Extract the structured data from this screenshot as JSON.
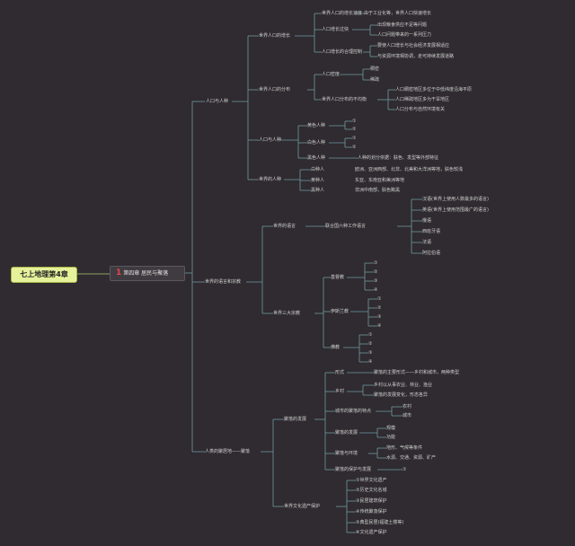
{
  "root": {
    "title": "七上地理第4章"
  },
  "chapter": {
    "number": "1",
    "title": "第四章 居民与聚落"
  },
  "branches": {
    "b1": {
      "label": "人口与人种",
      "population": {
        "label": "世界人口的增长",
        "growth": {
          "label": "世界人口的增长速度",
          "note": "由于工业化等，世界人口快速增长"
        },
        "overgrowth": {
          "label": "人口增长过快",
          "items": [
            "出现粮食供应不足等问题",
            "人口问题带来的一系列压力"
          ]
        },
        "policy": {
          "label": "人口增长的合理控制",
          "items": [
            "要使人口增长与社会经济发展相适应",
            "与资源环境相协调，走可持续发展道路"
          ]
        }
      },
      "distribution": {
        "label": "世界人口的分布",
        "density": {
          "label": "人口密度",
          "items": [
            "稠密",
            "稀疏"
          ]
        },
        "pattern": {
          "label": "世界人口分布的不均衡",
          "items": [
            "人口稠密地区多位于中低纬度沿海平原",
            "人口稀疏地区多为干旱地区",
            "人口分布与自然环境有关"
          ]
        }
      },
      "races": {
        "label": "人口与人种",
        "yellow": {
          "label": "黄色人种",
          "items": [
            "①",
            "②"
          ]
        },
        "white": {
          "label": "白色人种",
          "items": [
            "①",
            "②"
          ]
        },
        "black": {
          "label": "黑色人种",
          "note": "人种的划分依据：肤色、发型等外部特征"
        }
      },
      "world_races": {
        "label": "世界的人种",
        "items": [
          {
            "label": "白种人",
            "note": "欧洲、亚洲西部、北非、北美和大洋洲等地，肤色较浅"
          },
          {
            "label": "黄种人",
            "note": "东亚、东南亚和美洲等地"
          },
          {
            "label": "黑种人",
            "note": "非洲中南部，肤色黝黑"
          }
        ]
      }
    },
    "b2": {
      "label": "世界的语言和宗教",
      "languages": {
        "label": "世界的语言",
        "main": {
          "label": "联合国六种工作语言",
          "items": [
            "汉语(世界上使用人数最多的语言)",
            "英语(世界上使用范围最广的语言)",
            "俄语",
            "西班牙语",
            "法语",
            "阿拉伯语"
          ]
        }
      },
      "religions": {
        "label": "世界三大宗教",
        "christianity": {
          "label": "基督教",
          "items": [
            "①",
            "②",
            "③",
            "④"
          ]
        },
        "islam": {
          "label": "伊斯兰教",
          "items": [
            "①",
            "②",
            "③",
            "④"
          ]
        },
        "buddhism": {
          "label": "佛教",
          "items": [
            "①",
            "②",
            "③",
            "④"
          ]
        }
      }
    },
    "b3": {
      "label": "人类的聚居地——聚落",
      "types": {
        "label": "聚落的发展",
        "forms": {
          "label": "形式",
          "note": "聚落的主要形式——乡村和城市，两种类型"
        },
        "rural": {
          "label": "乡村",
          "items": [
            "乡村以从事农业、林业、渔业",
            "聚落的发展变化，形态各异"
          ]
        },
        "urban": {
          "label": "城市的聚落的特点",
          "items": [
            "农村",
            "城市"
          ]
        },
        "growth": {
          "label": "聚落的发展",
          "items": [
            "规模",
            "功能"
          ]
        },
        "environment": {
          "label": "聚落与环境",
          "items": [
            "地形、气候等条件",
            "水源、交通、资源、矿产"
          ]
        },
        "protection": {
          "label": "聚落的保护与发展",
          "note": "①"
        }
      },
      "heritage": {
        "label": "世界文化遗产保护",
        "items": [
          "①世界文化遗产",
          "②历史文化名城",
          "③民居建筑保护",
          "④传统聚落保护",
          "⑤典型民居(福建土楼等)",
          "⑥文化遗产保护"
        ]
      }
    }
  }
}
